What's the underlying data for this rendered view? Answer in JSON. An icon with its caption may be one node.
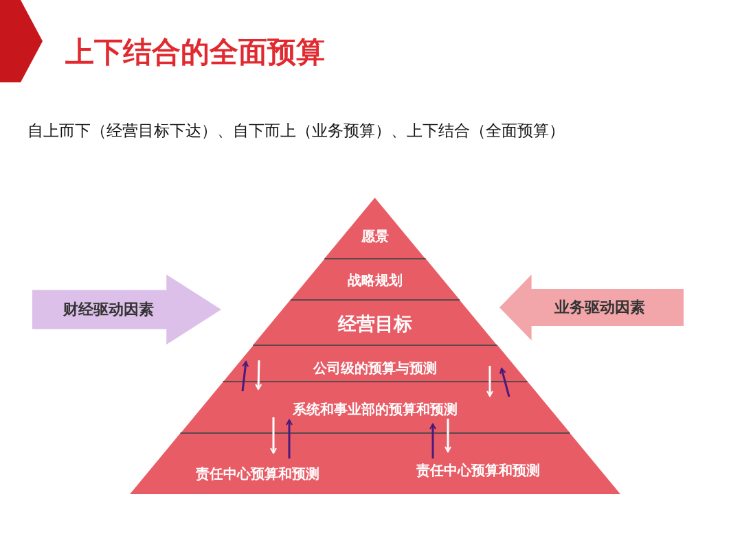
{
  "diagram": {
    "title": "上下结合的全面预算",
    "nodes": [
      {
        "text": [
          "愿景"
        ]
      },
      {
        "text": [
          "战略规划"
        ]
      },
      {
        "text": [
          "经营目标"
        ]
      },
      {
        "text": [
          "公司级的预算与预测"
        ]
      },
      {
        "text": [
          "系统和事业部的预算和预测"
        ]
      },
      {
        "text": [
          "责任中心预算和预测",
          "责任中心预算和预测"
        ]
      },
      {
        "text": [
          "财经驱动因素"
        ]
      },
      {
        "text": [
          "业务驱动因素"
        ]
      }
    ],
    "edges": [
      {
        "from": 4,
        "to": 3,
        "arrow": "to",
        "color": "#4b1a7a"
      },
      {
        "from": 3,
        "to": 4,
        "arrow": "to",
        "color": "#ffffff"
      },
      {
        "from": 3,
        "to": 4,
        "arrow": "to",
        "color": "#ffffff"
      },
      {
        "from": 4,
        "to": 3,
        "arrow": "to",
        "color": "#4b1a7a"
      },
      {
        "from": 4,
        "to": 5,
        "arrow": "to",
        "color": "#ffffff"
      },
      {
        "from": 5,
        "to": 4,
        "arrow": "to",
        "color": "#4b1a7a"
      },
      {
        "from": 5,
        "to": 4,
        "arrow": "to",
        "color": "#4b1a7a"
      },
      {
        "from": 4,
        "to": 5,
        "arrow": "to",
        "color": "#ffffff"
      }
    ],
    "labels": [
      "自上而下（经营目标下达）、自下而上（业务预算）、上下结合（全面预算）"
    ]
  }
}
